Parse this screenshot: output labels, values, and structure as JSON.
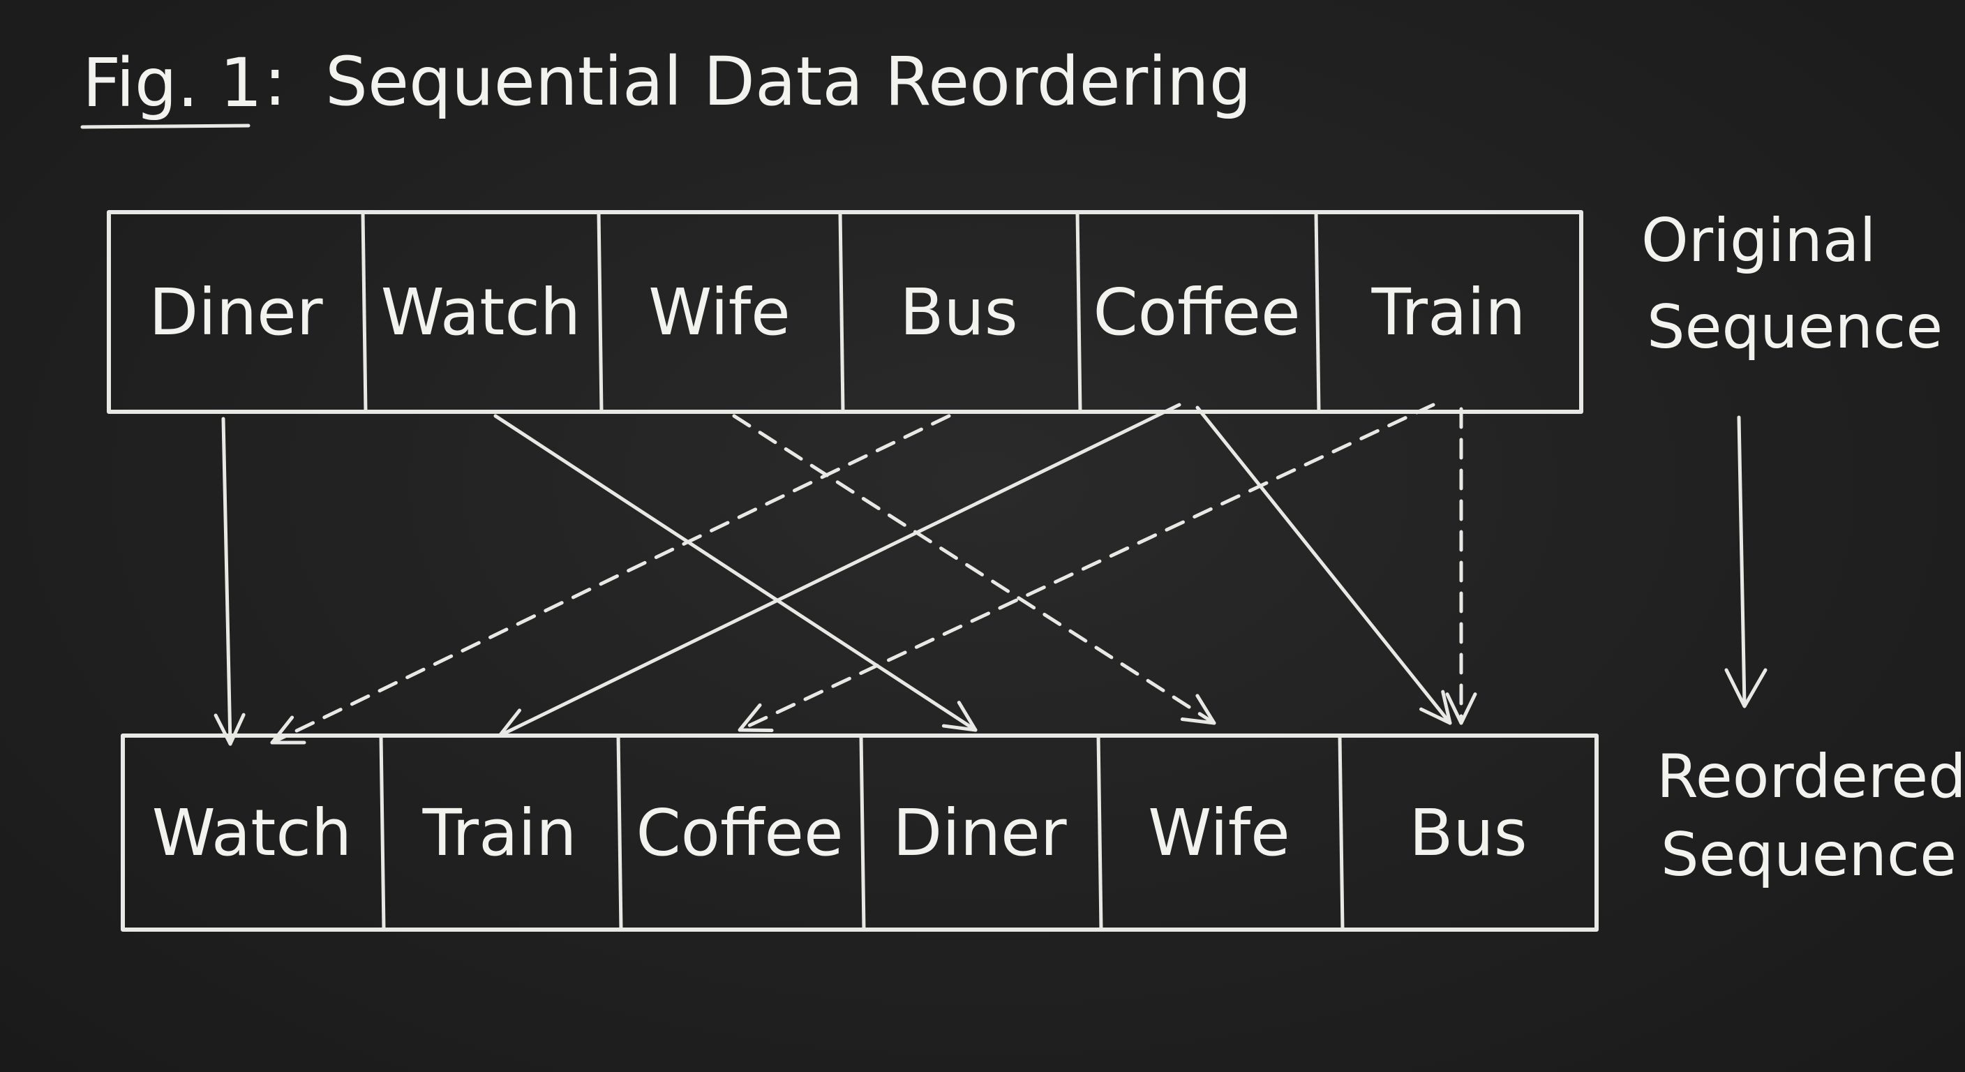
{
  "title": {
    "prefix": "Fig. 1",
    "separator": ":",
    "text": "Sequential Data Reordering"
  },
  "original": {
    "label_line1": "Original",
    "label_line2": "Sequence",
    "items": [
      "Diner",
      "Watch",
      "Wife",
      "Bus",
      "Coffee",
      "Train"
    ]
  },
  "reordered": {
    "label_line1": "Reordered",
    "label_line2": "Sequence",
    "items": [
      "Watch",
      "Train",
      "Coffee",
      "Diner",
      "Wife",
      "Bus"
    ]
  },
  "connections": [
    {
      "from": "Diner",
      "to_index": 0,
      "style": "solid"
    },
    {
      "from": "Watch",
      "to_index": 3,
      "style": "solid"
    },
    {
      "from": "Wife",
      "to_index": 4,
      "style": "dashed"
    },
    {
      "from": "Bus",
      "to_index": 0,
      "style": "dashed"
    },
    {
      "from": "Coffee",
      "to_index": 1,
      "style": "solid"
    },
    {
      "from": "Coffee",
      "to_index": 5,
      "style": "solid"
    },
    {
      "from": "Train",
      "to_index": 2,
      "style": "dashed"
    },
    {
      "from": "Train",
      "to_index": 5,
      "style": "dashed"
    }
  ],
  "colors": {
    "background": "#1e1e1e",
    "chalk": "#f2f2ee"
  }
}
